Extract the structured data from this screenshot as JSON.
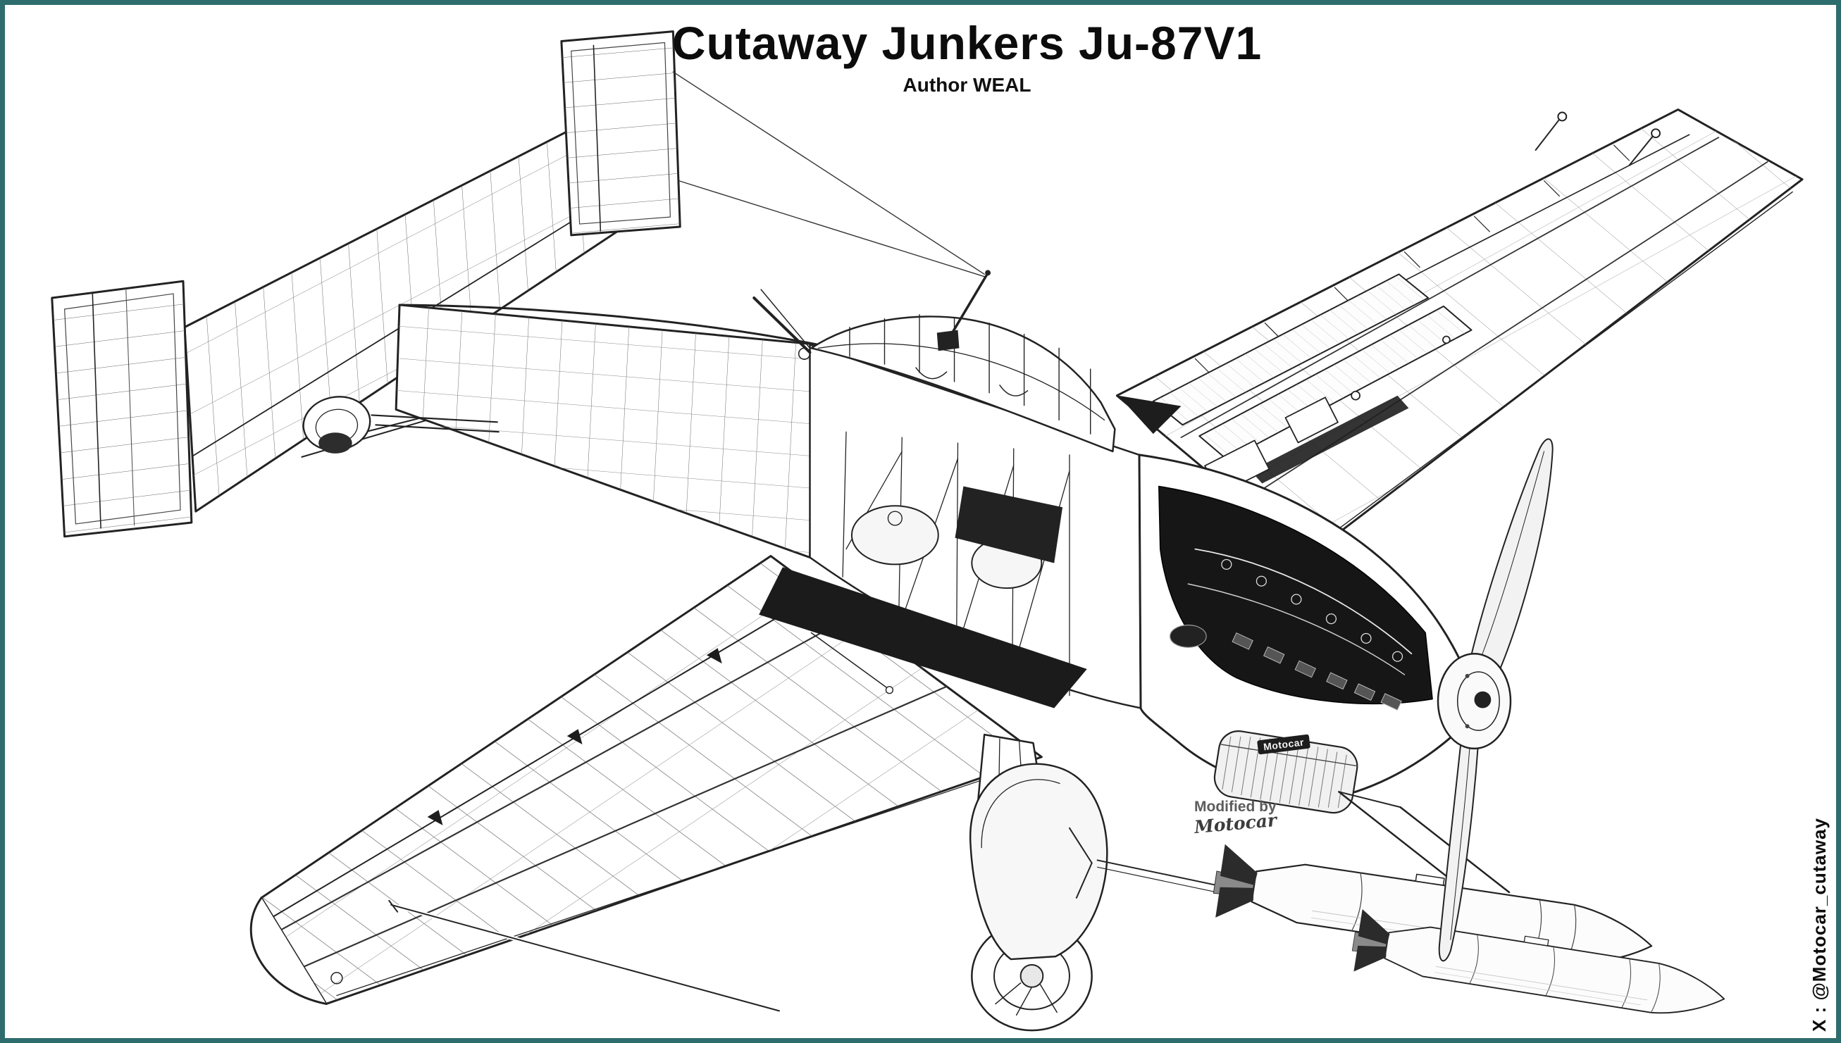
{
  "header": {
    "title": "Cutaway Junkers Ju-87V1",
    "subtitle": "Author WEAL"
  },
  "annotations": {
    "watermark": "X : @Motocar_cutaway",
    "modified_by_label": "Modified by",
    "modified_by_signature": "Motocar",
    "cowl_label": "Motocar"
  },
  "colors": {
    "frame_border": "#2e6d6d",
    "ink": "#1f1f1f",
    "paper": "#ffffff"
  }
}
